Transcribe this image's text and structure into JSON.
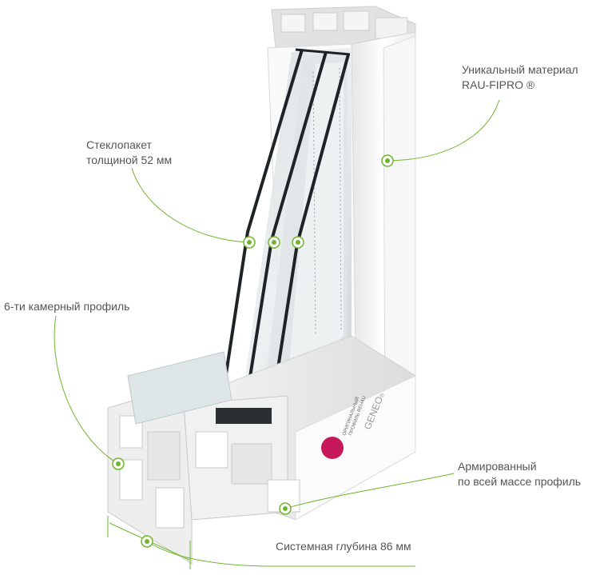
{
  "accent_color": "#6fb52c",
  "callouts": {
    "glass_unit": {
      "line1": "Стеклопакет",
      "line2": "толщиной 52 мм"
    },
    "material": {
      "line1": "Уникальный материал",
      "line2": "RAU-FIPRO ®"
    },
    "chambers": {
      "line1": "6-ти камерный профиль"
    },
    "reinforced": {
      "line1": "Армированный",
      "line2": "по всей массе профиль"
    },
    "depth": {
      "line1": "Системная глубина 86 мм"
    }
  },
  "profile_brand": "GENEO",
  "profile_brand_mark": "®",
  "sticker_text": {
    "line1": "ОРИГИНАЛЬНЫЙ",
    "line2": "ПРОФИЛЬ REHAU"
  }
}
